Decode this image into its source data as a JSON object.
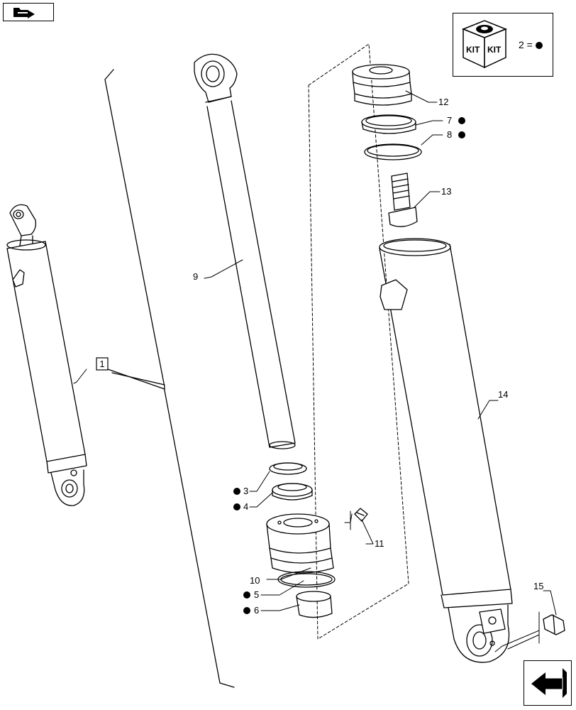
{
  "nav": {
    "prev_icon": "folder-arrow-icon",
    "next_icon": "arrow-left-icon"
  },
  "kit_legend": {
    "kit_label_1": "KIT",
    "kit_label_2": "KIT",
    "equation": "2 =",
    "symbol": "●"
  },
  "callouts": {
    "assembly": "1",
    "p3": "3",
    "p4": "4",
    "p5": "5",
    "p6": "6",
    "p7": "7",
    "p8": "8",
    "p9": "9",
    "p10": "10",
    "p11": "11",
    "p12": "12",
    "p13": "13",
    "p14": "14",
    "p15": "15"
  }
}
